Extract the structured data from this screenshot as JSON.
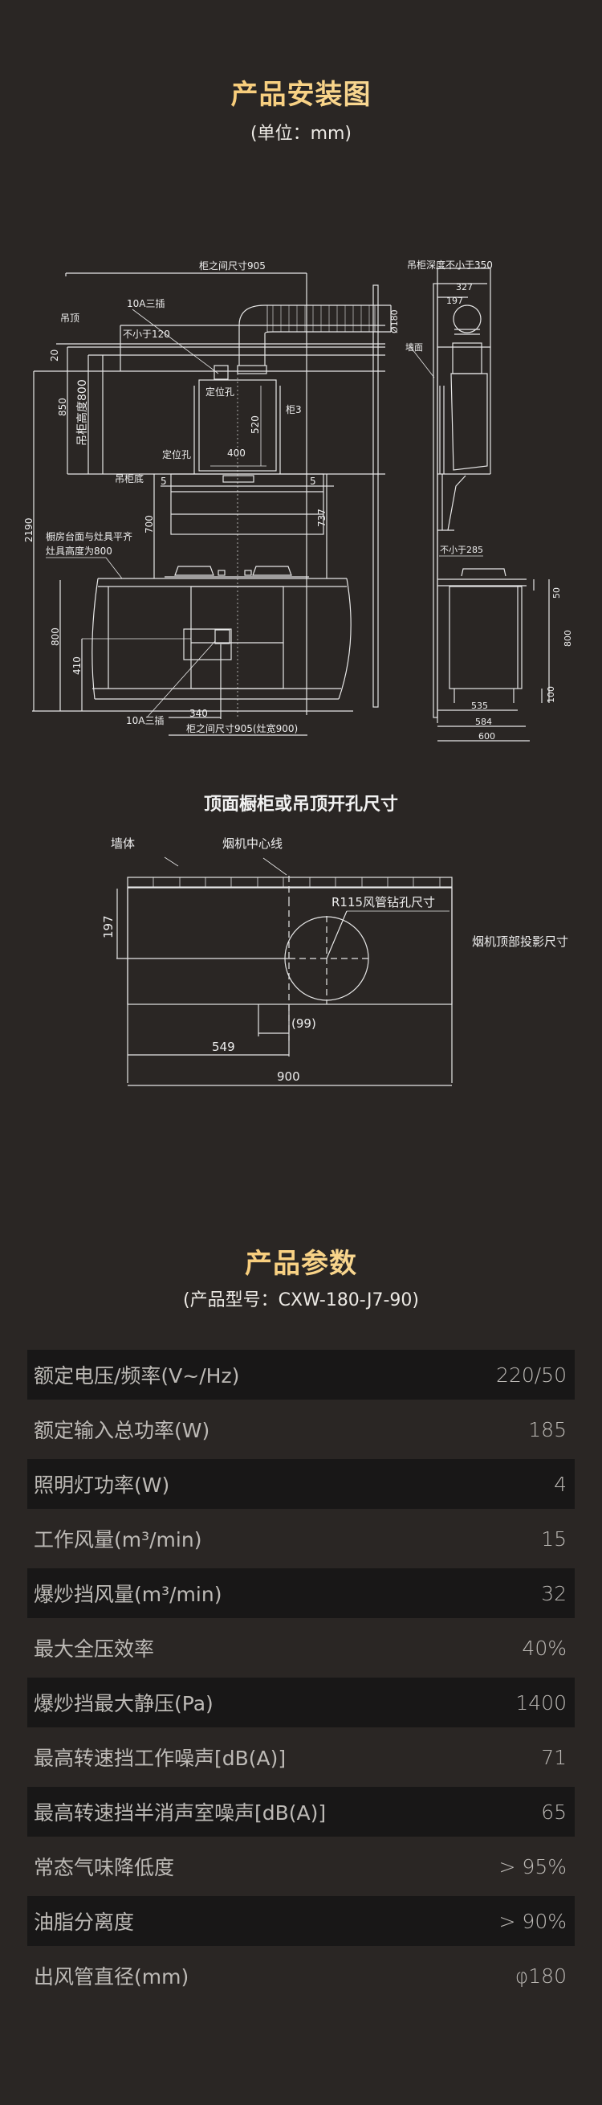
{
  "install": {
    "title": "产品安装图",
    "unit": "(单位：mm)",
    "front_view": {
      "labels": {
        "cabinet_gap_top": "柜之间尺寸905",
        "socket_top": "10A三插",
        "ceiling": "吊顶",
        "not_less_120": "不小于120",
        "dim_20": "20",
        "dim_850": "850",
        "wall_cabinet_height": "吊柜高度800",
        "locating_hole_1": "定位孔",
        "locating_hole_2": "定位孔",
        "cabinet_3": "柜3",
        "dim_520": "520",
        "dim_400": "400",
        "cabinet_bottom": "吊柜底",
        "dim_5_left": "5",
        "dim_5_right": "5",
        "dim_2190": "2190",
        "dim_700": "700",
        "dim_737": "737",
        "counter_note_1": "橱房台面与灶具平齐",
        "counter_note_2": "灶具高度为800",
        "dim_800": "800",
        "dim_410": "410",
        "socket_bottom": "10A三插",
        "dim_340": "340",
        "cabinet_gap_bottom": "柜之间尺寸905(灶宽900)"
      }
    },
    "side_view": {
      "labels": {
        "depth_note": "吊柜深度不小于350",
        "dim_327": "327",
        "dim_197": "197",
        "duct_dia": "Ø180",
        "wall": "墙面",
        "not_less_285": "不小于285",
        "dim_50": "50",
        "dim_800": "800",
        "dim_100": "100",
        "dim_535": "535",
        "dim_584": "584",
        "dim_600": "600"
      }
    },
    "top_view": {
      "title": "顶面橱柜或吊顶开孔尺寸",
      "labels": {
        "wall_body": "墙体",
        "hood_centerline": "烟机中心线",
        "drill_hole": "R115风管钻孔尺寸",
        "projection": "烟机顶部投影尺寸",
        "dim_197": "197",
        "dim_99": "(99)",
        "dim_549": "549",
        "dim_900": "900"
      }
    }
  },
  "params": {
    "title": "产品参数",
    "model": "(产品型号：CXW-180-J7-90)",
    "rows": [
      {
        "label": "额定电压/频率(V~/Hz)",
        "value": "220/50"
      },
      {
        "label": "额定输入总功率(W)",
        "value": "185"
      },
      {
        "label": "照明灯功率(W)",
        "value": "4"
      },
      {
        "label": "工作风量(m³/min)",
        "value": "15"
      },
      {
        "label": "爆炒挡风量(m³/min)",
        "value": "32"
      },
      {
        "label": "最大全压效率",
        "value": "40%"
      },
      {
        "label": "爆炒挡最大静压(Pa)",
        "value": "1400"
      },
      {
        "label": "最高转速挡工作噪声[dB(A)]",
        "value": "71"
      },
      {
        "label": "最高转速挡半消声室噪声[dB(A)]",
        "value": "65"
      },
      {
        "label": "常态气味降低度",
        "value": "> 95%"
      },
      {
        "label": "油脂分离度",
        "value": "> 90%"
      },
      {
        "label": "出风管直径(mm)",
        "value": "φ180"
      }
    ]
  },
  "colors": {
    "background": "#2a2624",
    "row_dark": "#181717",
    "title_gold_start": "#f6bb55",
    "title_gold_end": "#fbe9c4",
    "line": "#e6e6e6"
  }
}
